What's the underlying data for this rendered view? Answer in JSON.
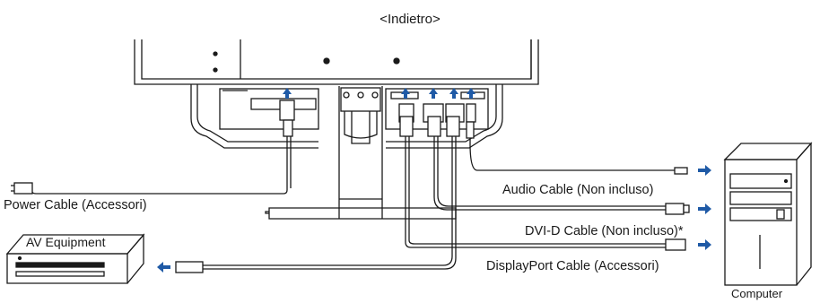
{
  "title": "<Indietro>",
  "labels": {
    "audio_cable": "Audio Cable (Non incluso)",
    "dvi_cable": "DVI-D Cable (Non incluso)*",
    "displayport_cable": "DisplayPort Cable (Accessori)",
    "power_cable": "Power Cable (Accessori)",
    "av_equipment": "AV Equipment",
    "computer": "Computer"
  },
  "colors": {
    "arrow": "#1f5aa6",
    "line": "#1a1a1a"
  },
  "icons": [
    "monitor-back-icon",
    "computer-tower-icon",
    "av-equipment-icon",
    "power-plug-icon",
    "arrow-icon"
  ]
}
